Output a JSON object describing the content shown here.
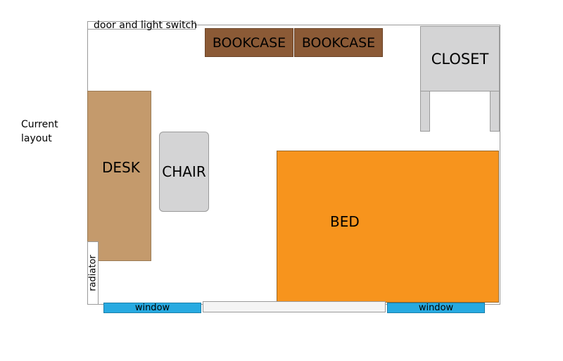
{
  "caption": {
    "line1": "Current",
    "line2": "layout"
  },
  "door": {
    "label": "door and light switch"
  },
  "bookcases": [
    {
      "label": "BOOKCASE"
    },
    {
      "label": "BOOKCASE"
    }
  ],
  "closet": {
    "label": "CLOSET"
  },
  "desk": {
    "label": "DESK"
  },
  "chair": {
    "label": "CHAIR"
  },
  "radiator": {
    "label": "radiator"
  },
  "bed": {
    "label": "BED"
  },
  "windows": [
    {
      "label": "window"
    },
    {
      "label": "window"
    }
  ],
  "colors": {
    "desk": "#c49a6c",
    "bookcase": "#8b5a36",
    "bed": "#f7941d",
    "window": "#27aae1",
    "furniture_gray": "#d4d4d5"
  }
}
